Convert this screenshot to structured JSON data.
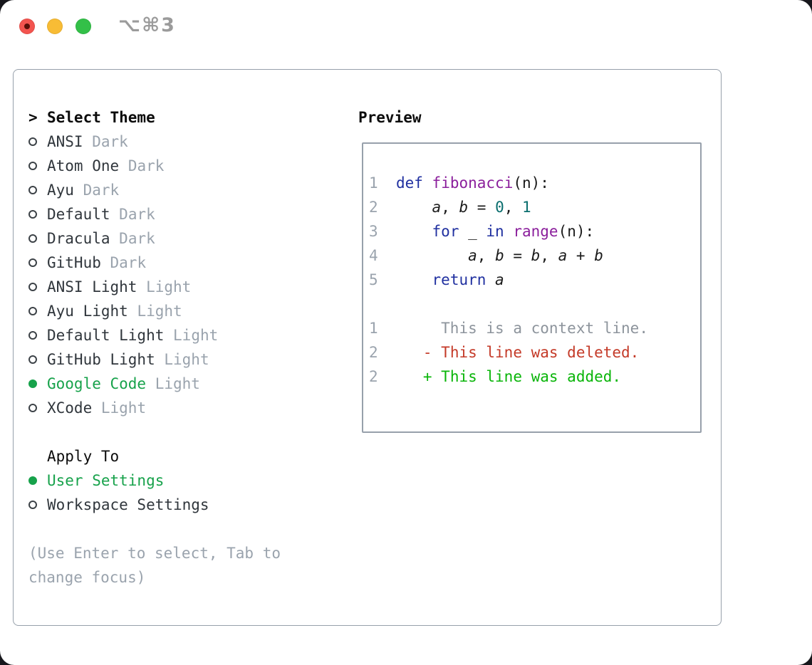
{
  "window": {
    "title": "⌥⌘3",
    "buttons": [
      "close",
      "minimize",
      "zoom"
    ]
  },
  "theme_list": {
    "header_prefix": ">",
    "header": "Select Theme",
    "items": [
      {
        "name": "ANSI",
        "variant": "Dark",
        "selected": false
      },
      {
        "name": "Atom One",
        "variant": "Dark",
        "selected": false
      },
      {
        "name": "Ayu",
        "variant": "Dark",
        "selected": false
      },
      {
        "name": "Default",
        "variant": "Dark",
        "selected": false
      },
      {
        "name": "Dracula",
        "variant": "Dark",
        "selected": false
      },
      {
        "name": "GitHub",
        "variant": "Dark",
        "selected": false
      },
      {
        "name": "ANSI Light",
        "variant": "Light",
        "selected": false
      },
      {
        "name": "Ayu Light",
        "variant": "Light",
        "selected": false
      },
      {
        "name": "Default Light",
        "variant": "Light",
        "selected": false
      },
      {
        "name": "GitHub Light",
        "variant": "Light",
        "selected": false
      },
      {
        "name": "Google Code",
        "variant": "Light",
        "selected": true
      },
      {
        "name": "XCode",
        "variant": "Light",
        "selected": false
      }
    ]
  },
  "apply_to": {
    "header": "Apply To",
    "options": [
      {
        "label": "User Settings",
        "selected": true
      },
      {
        "label": "Workspace Settings",
        "selected": false
      }
    ]
  },
  "help": {
    "line1": "(Use Enter to select, Tab to",
    "line2": "change focus)"
  },
  "preview": {
    "header": "Preview",
    "code_lines": [
      {
        "num": "1",
        "tokens": [
          [
            "def",
            "kw"
          ],
          [
            " ",
            ""
          ],
          [
            "fibonacci",
            "fn"
          ],
          [
            "(n):",
            ""
          ]
        ]
      },
      {
        "num": "2",
        "tokens": [
          [
            "    ",
            ""
          ],
          [
            "a",
            "var"
          ],
          [
            ", ",
            ""
          ],
          [
            "b",
            "var"
          ],
          [
            " = ",
            ""
          ],
          [
            "0",
            "num"
          ],
          [
            ", ",
            ""
          ],
          [
            "1",
            "num"
          ]
        ]
      },
      {
        "num": "3",
        "tokens": [
          [
            "    ",
            ""
          ],
          [
            "for",
            "kw"
          ],
          [
            " _ ",
            ""
          ],
          [
            "in",
            "kw"
          ],
          [
            " ",
            ""
          ],
          [
            "range",
            "fn"
          ],
          [
            "(n):",
            ""
          ]
        ]
      },
      {
        "num": "4",
        "tokens": [
          [
            "        ",
            ""
          ],
          [
            "a",
            "var"
          ],
          [
            ", ",
            ""
          ],
          [
            "b",
            "var"
          ],
          [
            " = ",
            ""
          ],
          [
            "b",
            "var"
          ],
          [
            ", ",
            ""
          ],
          [
            "a",
            "var"
          ],
          [
            " + ",
            ""
          ],
          [
            "b",
            "var"
          ]
        ]
      },
      {
        "num": "5",
        "tokens": [
          [
            "    ",
            ""
          ],
          [
            "return",
            "kw"
          ],
          [
            " ",
            ""
          ],
          [
            "a",
            "var"
          ]
        ]
      }
    ],
    "diff_lines": [
      {
        "num": "1",
        "tokens": [
          [
            "     This is a context line.",
            "ctx"
          ]
        ]
      },
      {
        "num": "2",
        "tokens": [
          [
            "   ",
            ""
          ],
          [
            "- This line was deleted.",
            "del"
          ]
        ]
      },
      {
        "num": "2",
        "tokens": [
          [
            "   ",
            ""
          ],
          [
            "+ This line was added.",
            "add"
          ]
        ]
      }
    ]
  },
  "colors": {
    "accent_green": "#17a24b",
    "keyword_blue": "#2030a0",
    "function_purple": "#8b1f9c",
    "number_teal": "#0a6e6e",
    "diff_red": "#c43a28",
    "diff_green": "#09b509",
    "muted_gray": "#9aa3ad",
    "context_gray": "#8d949c",
    "text_dark": "#30363c",
    "border_gray": "#97a0ab",
    "traffic_red": "#f3544f",
    "traffic_yellow": "#f8bc35",
    "traffic_green": "#33c048"
  }
}
